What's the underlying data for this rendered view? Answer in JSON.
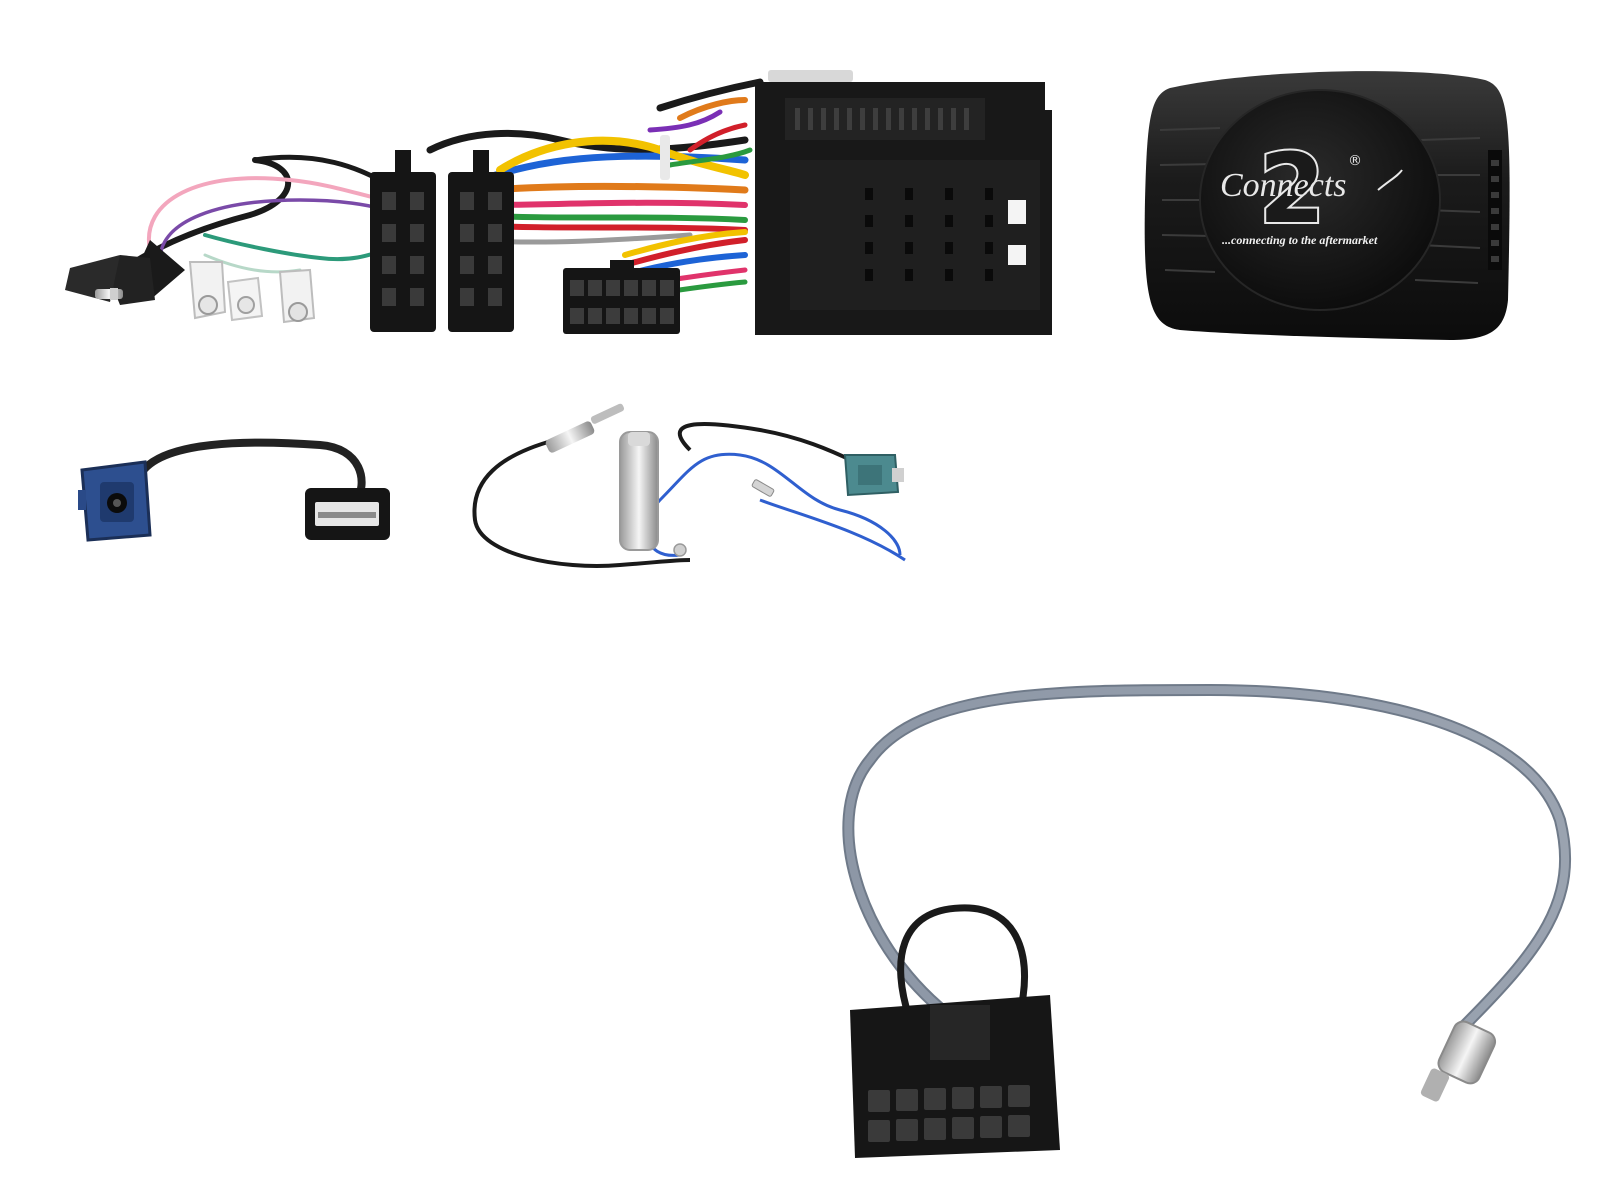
{
  "logo": {
    "brand_word": "Connects",
    "brand_number": "2",
    "registered_mark": "®",
    "tagline": "...connecting to the aftermarket"
  },
  "colors": {
    "background": "#ffffff",
    "connector_black": "#151515",
    "fakra_blue": "#2d4f8f",
    "fakra_teal": "#4c8a8f",
    "cable_grey": "#8d97a6",
    "wire_blue": "#2f5fcf"
  },
  "items": [
    "steering-control-harness",
    "interface-module",
    "usb-adapter-cable",
    "antenna-adapter",
    "patch-lead"
  ]
}
